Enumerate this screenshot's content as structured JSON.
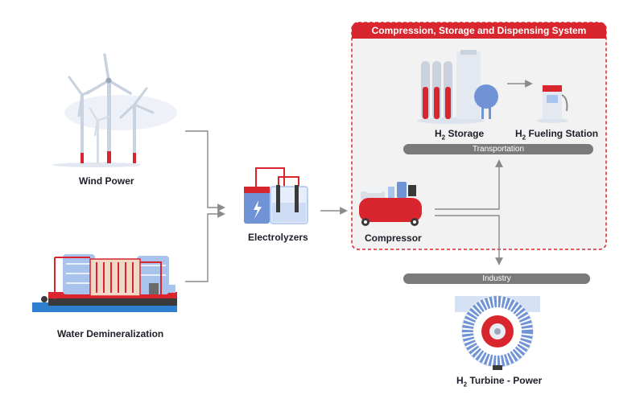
{
  "system": {
    "title": "Compression, Storage and Dispensing System",
    "accent_color": "#d9262e"
  },
  "labels": {
    "wind_power": "Wind Power",
    "water_demineralization": "Water Demineralization",
    "electrolyzers": "Electrolyzers",
    "compressor": "Compressor",
    "h2_storage_prefix": "H",
    "h2_storage_sub": "2",
    "h2_storage_suffix": " Storage",
    "h2_fueling_prefix": "H",
    "h2_fueling_sub": "2",
    "h2_fueling_suffix": " Fueling Station",
    "h2_turbine_prefix": "H",
    "h2_turbine_sub": "2",
    "h2_turbine_suffix": " Turbine - Power"
  },
  "bars": {
    "transportation": "Transportation",
    "industry": "Industry"
  },
  "colors": {
    "primary_red": "#d9262e",
    "light_blue": "#a9c4ec",
    "mid_blue": "#6f93d4",
    "gray_bar": "#7a7a7a",
    "arrow_gray": "#8a8a8a",
    "panel_bg": "#f2f2f2"
  },
  "icons": {
    "wind": "wind-turbine-icon",
    "water": "water-plant-icon",
    "electrolyzer": "electrolyzer-icon",
    "compressor": "compressor-icon",
    "storage": "hydrogen-tanks-icon",
    "fueling": "fuel-pump-icon",
    "turbine": "turbine-icon"
  }
}
